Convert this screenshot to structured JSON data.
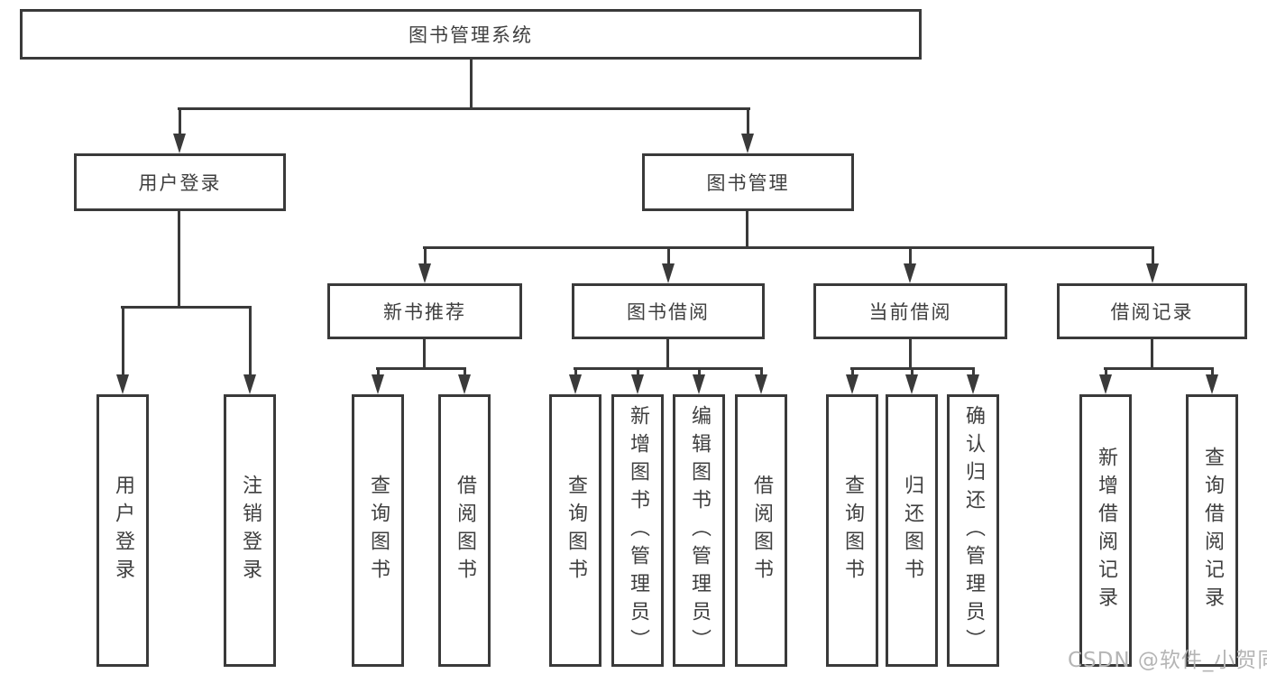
{
  "tree": {
    "label": "图书管理系统",
    "children": [
      {
        "label": "用户登录",
        "children": [
          {
            "label": "用户登录"
          },
          {
            "label": "注销登录"
          }
        ]
      },
      {
        "label": "图书管理",
        "children": [
          {
            "label": "新书推荐",
            "children": [
              {
                "label": "查询图书"
              },
              {
                "label": "借阅图书"
              }
            ]
          },
          {
            "label": "图书借阅",
            "children": [
              {
                "label": "查询图书"
              },
              {
                "label": "新增图书（管理员）"
              },
              {
                "label": "编辑图书（管理员）"
              },
              {
                "label": "借阅图书"
              }
            ]
          },
          {
            "label": "当前借阅",
            "children": [
              {
                "label": "查询图书"
              },
              {
                "label": "归还图书"
              },
              {
                "label": "确认归还（管理员）"
              }
            ]
          },
          {
            "label": "借阅记录",
            "children": [
              {
                "label": "新增借阅记录"
              },
              {
                "label": "查询借阅记录"
              }
            ]
          }
        ]
      }
    ]
  },
  "watermark": {
    "text": "CSDN @软件_小贺同学"
  },
  "colors": {
    "line": "#3a3a3a",
    "text": "#3f3f3f",
    "watermark": "#b5b5b5",
    "background": "#ffffff"
  }
}
